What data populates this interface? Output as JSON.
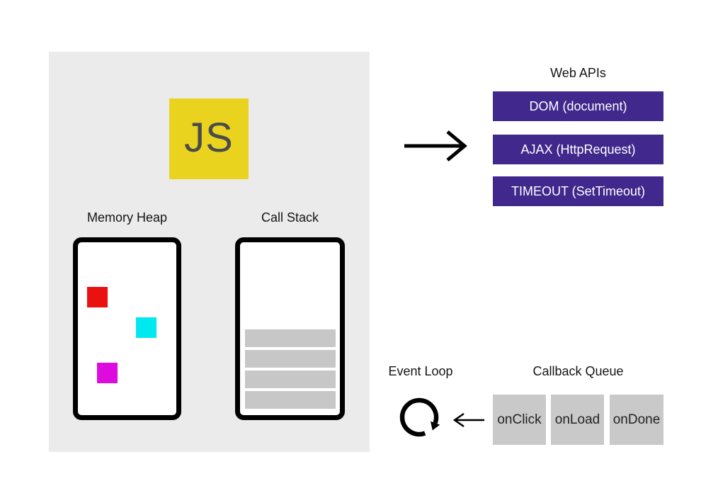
{
  "diagram_title": "JavaScript runtime / event loop diagram",
  "runtime_panel": {
    "js_logo_text": "JS",
    "memory_heap_label": "Memory Heap",
    "call_stack_label": "Call Stack",
    "heap_objects": [
      "red-square",
      "cyan-square",
      "magenta-square"
    ],
    "stack_frames_count": 4
  },
  "web_apis": {
    "title": "Web APIs",
    "items": [
      "DOM (document)",
      "AJAX (HttpRequest)",
      "TIMEOUT (SetTimeout)"
    ]
  },
  "event_loop": {
    "label": "Event Loop"
  },
  "callback_queue": {
    "title": "Callback Queue",
    "items": [
      "onClick",
      "onLoad",
      "onDone"
    ]
  },
  "icons": {
    "event_loop_icon": "circular-clockwise-arrow",
    "js_to_webapis_icon": "right-arrow",
    "queue_to_eventloop_icon": "left-arrow"
  },
  "colors": {
    "panel_bg": "#EBEBEB",
    "js_yellow": "#E9D31E",
    "js_text": "#4B4B4B",
    "web_api_purple": "#40288C",
    "queue_gray": "#C9C9C9",
    "stack_bar_gray": "#C7C7C7",
    "heap_red": "#EA1111",
    "heap_cyan": "#00E8F0",
    "heap_magenta": "#DE0BDE",
    "label_text": "#141414"
  }
}
